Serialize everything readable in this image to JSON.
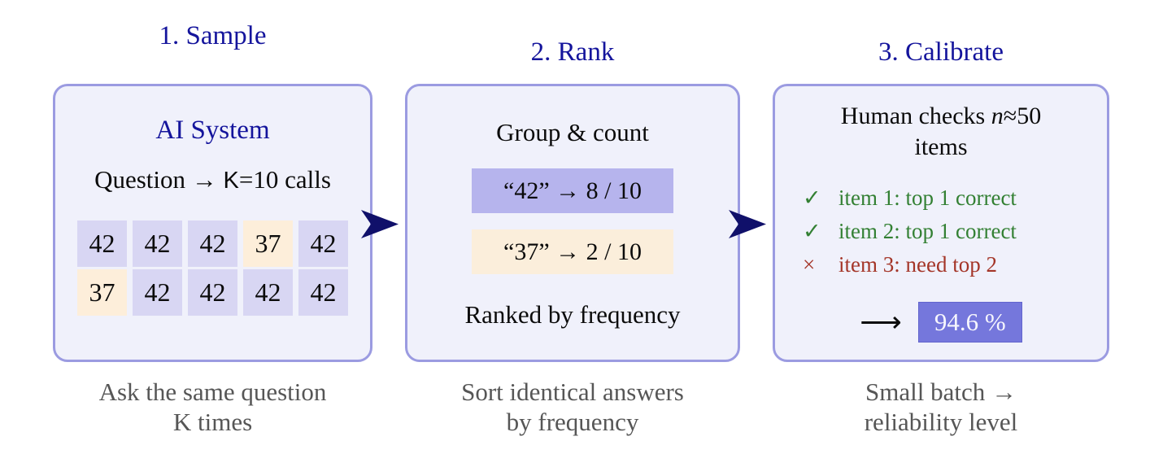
{
  "palette": {
    "title_navy": "#14149c",
    "panel_bg": "#f0f1fb",
    "panel_border": "#9b9be1",
    "cell_lavender": "#d8d6f3",
    "cell_peach": "#fdeeda",
    "rank_top_bg": "#b6b4ed",
    "rank_second_bg": "#fbeedb",
    "badge_bg": "#7577dc",
    "pass_green": "#338033",
    "fail_red": "#a43528",
    "caption_gray": "#565656",
    "arrow_navy": "#10106a"
  },
  "steps": {
    "sample": {
      "title": "1. Sample",
      "box_title": "AI System",
      "question_pre": "Question → ",
      "question_k": "K",
      "question_post": "=10 calls",
      "grid": {
        "rows": [
          {
            "cells": [
              {
                "value": "42",
                "variant": "lavender"
              },
              {
                "value": "42",
                "variant": "lavender"
              },
              {
                "value": "42",
                "variant": "lavender"
              },
              {
                "value": "37",
                "variant": "peach"
              },
              {
                "value": "42",
                "variant": "lavender"
              }
            ]
          },
          {
            "cells": [
              {
                "value": "37",
                "variant": "peach"
              },
              {
                "value": "42",
                "variant": "lavender"
              },
              {
                "value": "42",
                "variant": "lavender"
              },
              {
                "value": "42",
                "variant": "lavender"
              },
              {
                "value": "42",
                "variant": "lavender"
              }
            ]
          }
        ]
      },
      "caption_line1": "Ask the same question",
      "caption_line2": "K times"
    },
    "rank": {
      "title": "2. Rank",
      "box_title": "Group & count",
      "rows": [
        {
          "text": "“42” → 8 / 10",
          "variant": "top"
        },
        {
          "text": "“37” → 2 / 10",
          "variant": "second"
        }
      ],
      "footer": "Ranked by frequency",
      "caption_line1": "Sort identical answers",
      "caption_line2": "by frequency"
    },
    "calibrate": {
      "title": "3. Calibrate",
      "header_pre": "Human checks ",
      "header_n": "n",
      "header_post": "≈50",
      "header_line2": "items",
      "checks": [
        {
          "icon": "✓",
          "text": "item 1: top 1 correct",
          "variant": "pass"
        },
        {
          "icon": "✓",
          "text": "item 2: top 1 correct",
          "variant": "pass"
        },
        {
          "icon": "×",
          "text": "item 3: need top 2",
          "variant": "fail"
        }
      ],
      "result_arrow": "⟶",
      "result_value": "94.6 %",
      "caption_line1": "Small batch →",
      "caption_line2": "reliability level"
    }
  }
}
